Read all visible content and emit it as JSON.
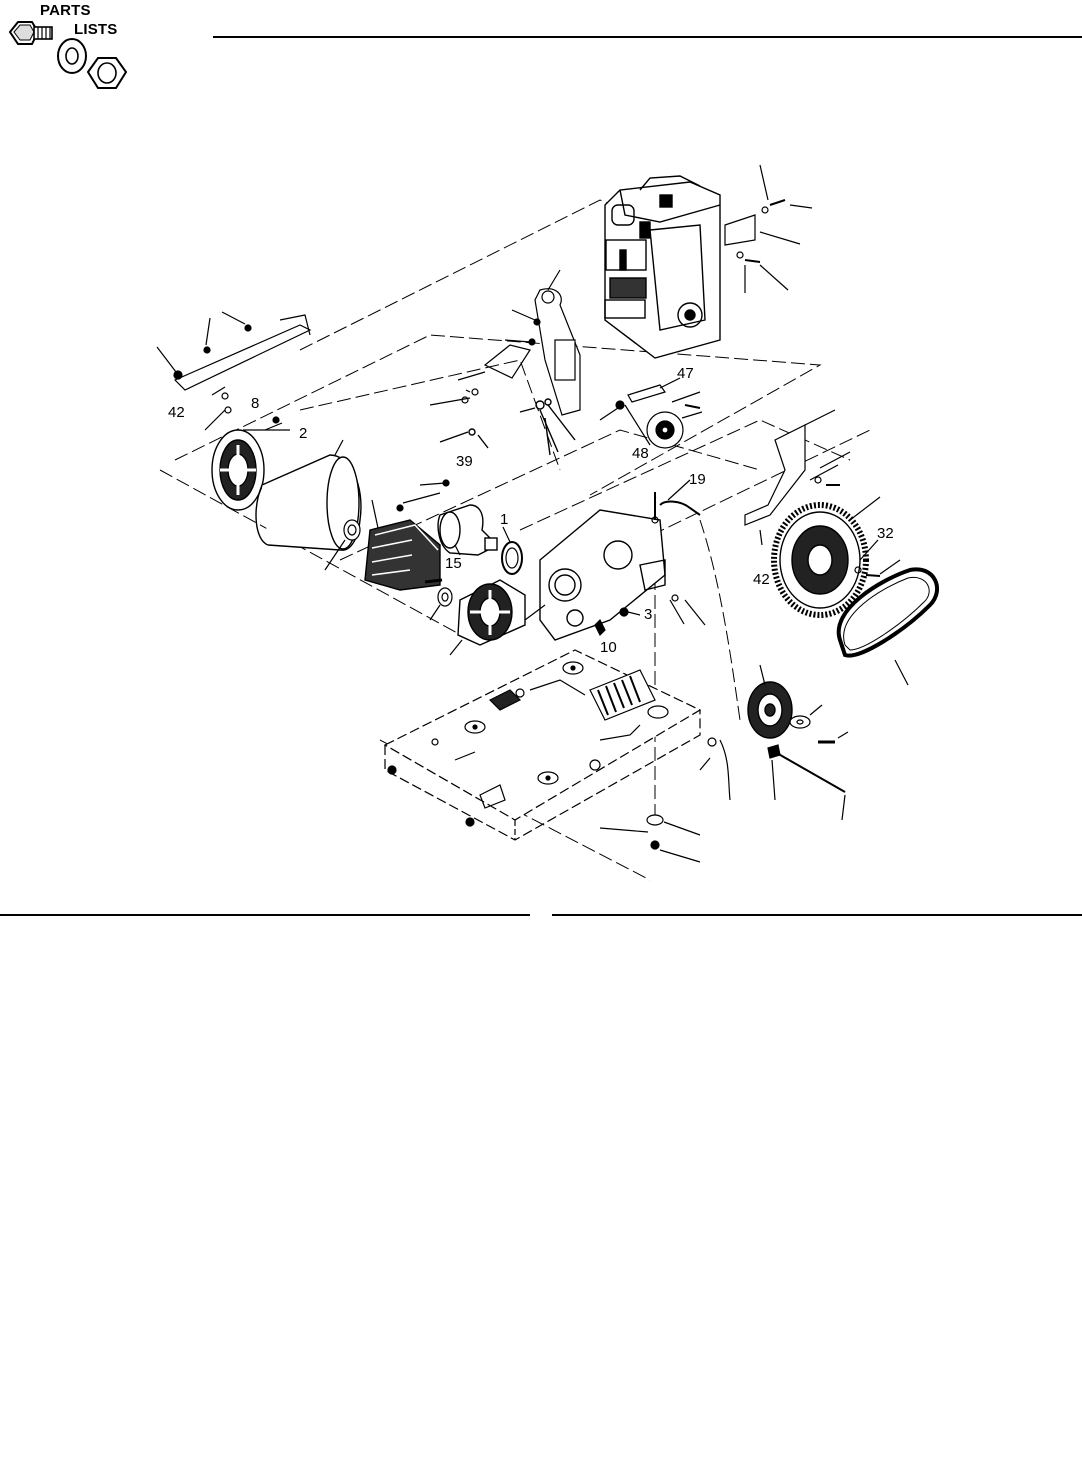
{
  "header": {
    "logo_line1": "PARTS",
    "logo_line2": "LISTS"
  },
  "diagram": {
    "callouts": [
      "47",
      "42",
      "8",
      "2",
      "48",
      "1",
      "15",
      "19",
      "39",
      "32",
      "42",
      "3",
      "10"
    ]
  }
}
